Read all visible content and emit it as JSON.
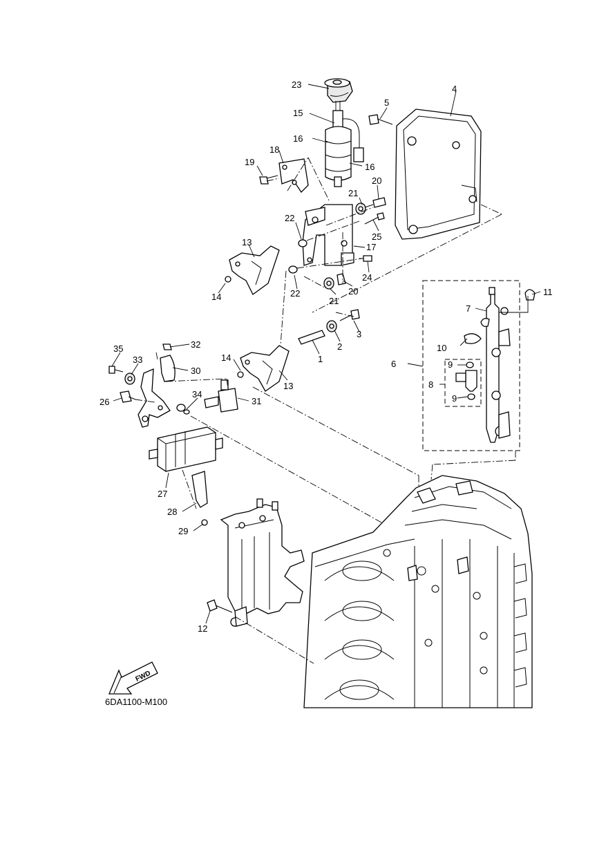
{
  "diagram_code": "6DA1100-M100",
  "fwd_label": "FWD",
  "callouts": {
    "c1": "1",
    "c2": "2",
    "c3": "3",
    "c4": "4",
    "c5": "5",
    "c6": "6",
    "c7": "7",
    "c8": "8",
    "c9a": "9",
    "c9b": "9",
    "c10": "10",
    "c11": "11",
    "c12": "12",
    "c13a": "13",
    "c13b": "13",
    "c14a": "14",
    "c14b": "14",
    "c15": "15",
    "c16a": "16",
    "c16b": "16",
    "c17": "17",
    "c18": "18",
    "c19": "19",
    "c20a": "20",
    "c20b": "20",
    "c21a": "21",
    "c21b": "21",
    "c22a": "22",
    "c22b": "22",
    "c23": "23",
    "c24": "24",
    "c25": "25",
    "c26": "26",
    "c27": "27",
    "c28": "28",
    "c29": "29",
    "c30": "30",
    "c31": "31",
    "c32": "32",
    "c33": "33",
    "c34": "34",
    "c35": "35"
  }
}
